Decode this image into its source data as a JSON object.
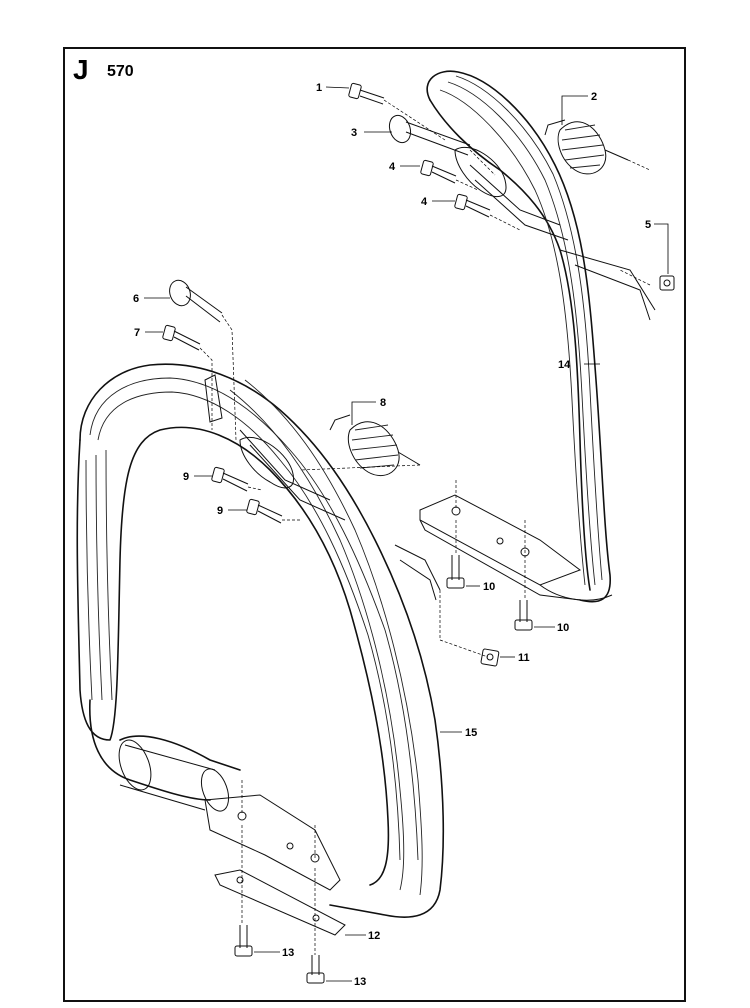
{
  "header": {
    "section": "J",
    "model": "570"
  },
  "callouts": [
    {
      "id": "c1",
      "label": "1"
    },
    {
      "id": "c2",
      "label": "2"
    },
    {
      "id": "c3",
      "label": "3"
    },
    {
      "id": "c4a",
      "label": "4"
    },
    {
      "id": "c4b",
      "label": "4"
    },
    {
      "id": "c5",
      "label": "5"
    },
    {
      "id": "c6",
      "label": "6"
    },
    {
      "id": "c7",
      "label": "7"
    },
    {
      "id": "c8",
      "label": "8"
    },
    {
      "id": "c9a",
      "label": "9"
    },
    {
      "id": "c9b",
      "label": "9"
    },
    {
      "id": "c10a",
      "label": "10"
    },
    {
      "id": "c10b",
      "label": "10"
    },
    {
      "id": "c11",
      "label": "11"
    },
    {
      "id": "c12",
      "label": "12"
    },
    {
      "id": "c13a",
      "label": "13"
    },
    {
      "id": "c13b",
      "label": "13"
    },
    {
      "id": "c14",
      "label": "14"
    },
    {
      "id": "c15",
      "label": "15"
    }
  ]
}
